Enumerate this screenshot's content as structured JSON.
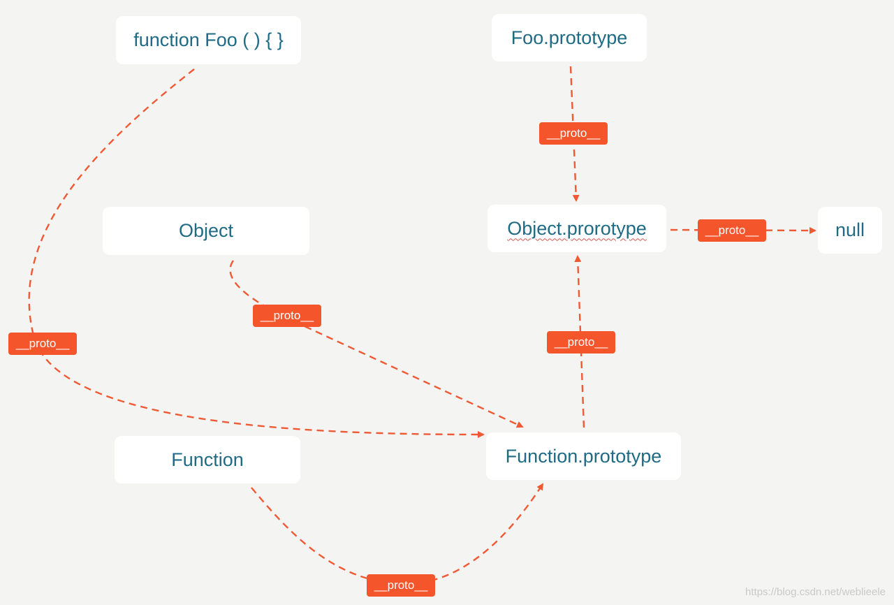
{
  "nodes": {
    "foo_function": "function Foo ( ) { }",
    "foo_prototype": "Foo.prototype",
    "object": "Object",
    "object_prototype": "Object.prorotype",
    "null": "null",
    "function": "Function",
    "function_prototype": "Function.prototype"
  },
  "edge_label": "__proto__",
  "watermark": "https://blog.csdn.net/weblieele",
  "colors": {
    "background": "#f4f4f2",
    "node_fill": "#ffffff",
    "node_text": "#1f6b86",
    "accent": "#f4552a",
    "edge": "#ef5a35"
  }
}
